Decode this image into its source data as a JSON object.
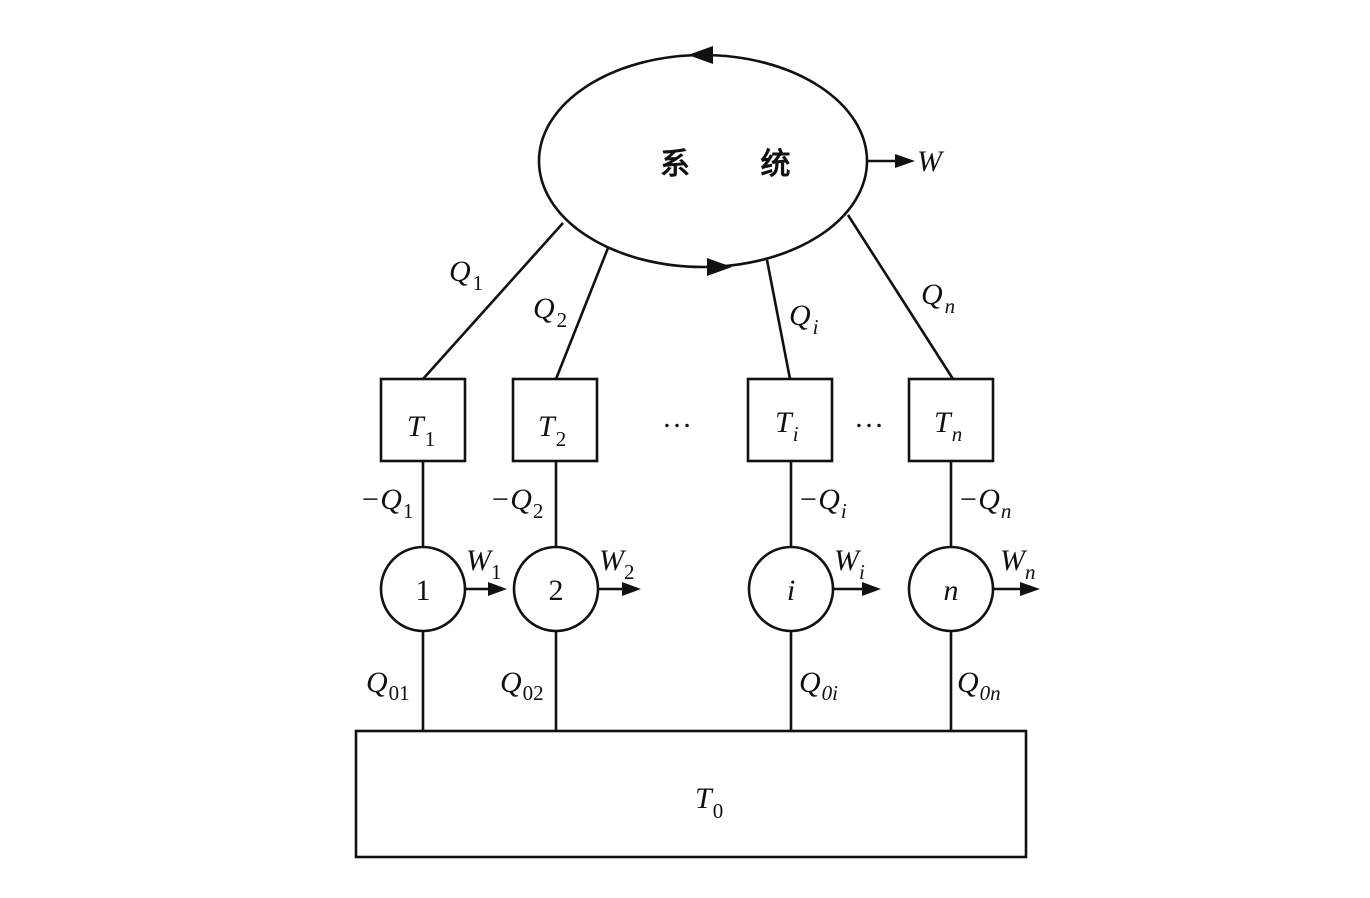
{
  "system": {
    "label": "系 统"
  },
  "work_out": {
    "main": "W",
    "sub": ""
  },
  "heat_to_system": [
    {
      "main": "Q",
      "sub": "1"
    },
    {
      "main": "Q",
      "sub": "2"
    },
    {
      "main": "Q",
      "sub": "i"
    },
    {
      "main": "Q",
      "sub": "n"
    }
  ],
  "reservoirs": [
    {
      "main": "T",
      "sub": "1"
    },
    {
      "main": "T",
      "sub": "2"
    },
    {
      "main": "T",
      "sub": "i"
    },
    {
      "main": "T",
      "sub": "n"
    }
  ],
  "ellipsis": "…",
  "heat_from_engines": [
    {
      "main": "−Q",
      "sub": "1"
    },
    {
      "main": "−Q",
      "sub": "2"
    },
    {
      "main": "−Q",
      "sub": "i"
    },
    {
      "main": "−Q",
      "sub": "n"
    }
  ],
  "engines": [
    {
      "label": "1"
    },
    {
      "label": "2"
    },
    {
      "label": "i"
    },
    {
      "label": "n"
    }
  ],
  "engine_work": [
    {
      "main": "W",
      "sub": "1"
    },
    {
      "main": "W",
      "sub": "2"
    },
    {
      "main": "W",
      "sub": "i"
    },
    {
      "main": "W",
      "sub": "n"
    }
  ],
  "heat_from_env": [
    {
      "main": "Q",
      "sub": "01"
    },
    {
      "main": "Q",
      "sub": "02"
    },
    {
      "main": "Q",
      "sub": "0i"
    },
    {
      "main": "Q",
      "sub": "0n"
    }
  ],
  "environment": {
    "main": "T",
    "sub": "0"
  }
}
